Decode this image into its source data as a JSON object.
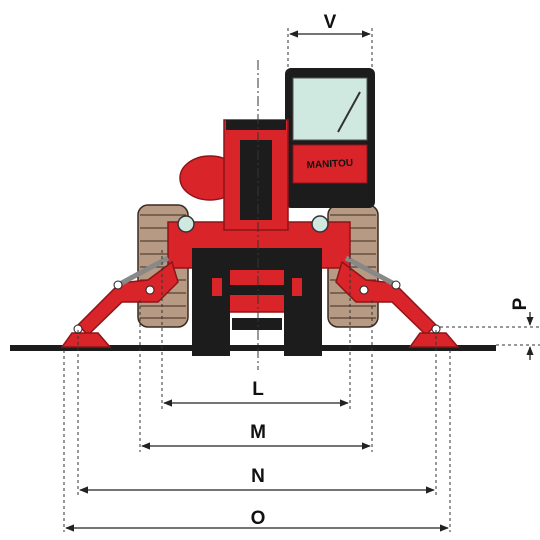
{
  "brand_text": "MANITOU",
  "dimensions": {
    "V": "V",
    "P": "P",
    "L": "L",
    "M": "M",
    "N": "N",
    "O": "O"
  },
  "colors": {
    "body_red": "#d9252a",
    "dark_red": "#8e1418",
    "black": "#1c1c1c",
    "glass": "#cfe8e0",
    "tire": "#b79a84",
    "rim": "#e8a0a8"
  }
}
